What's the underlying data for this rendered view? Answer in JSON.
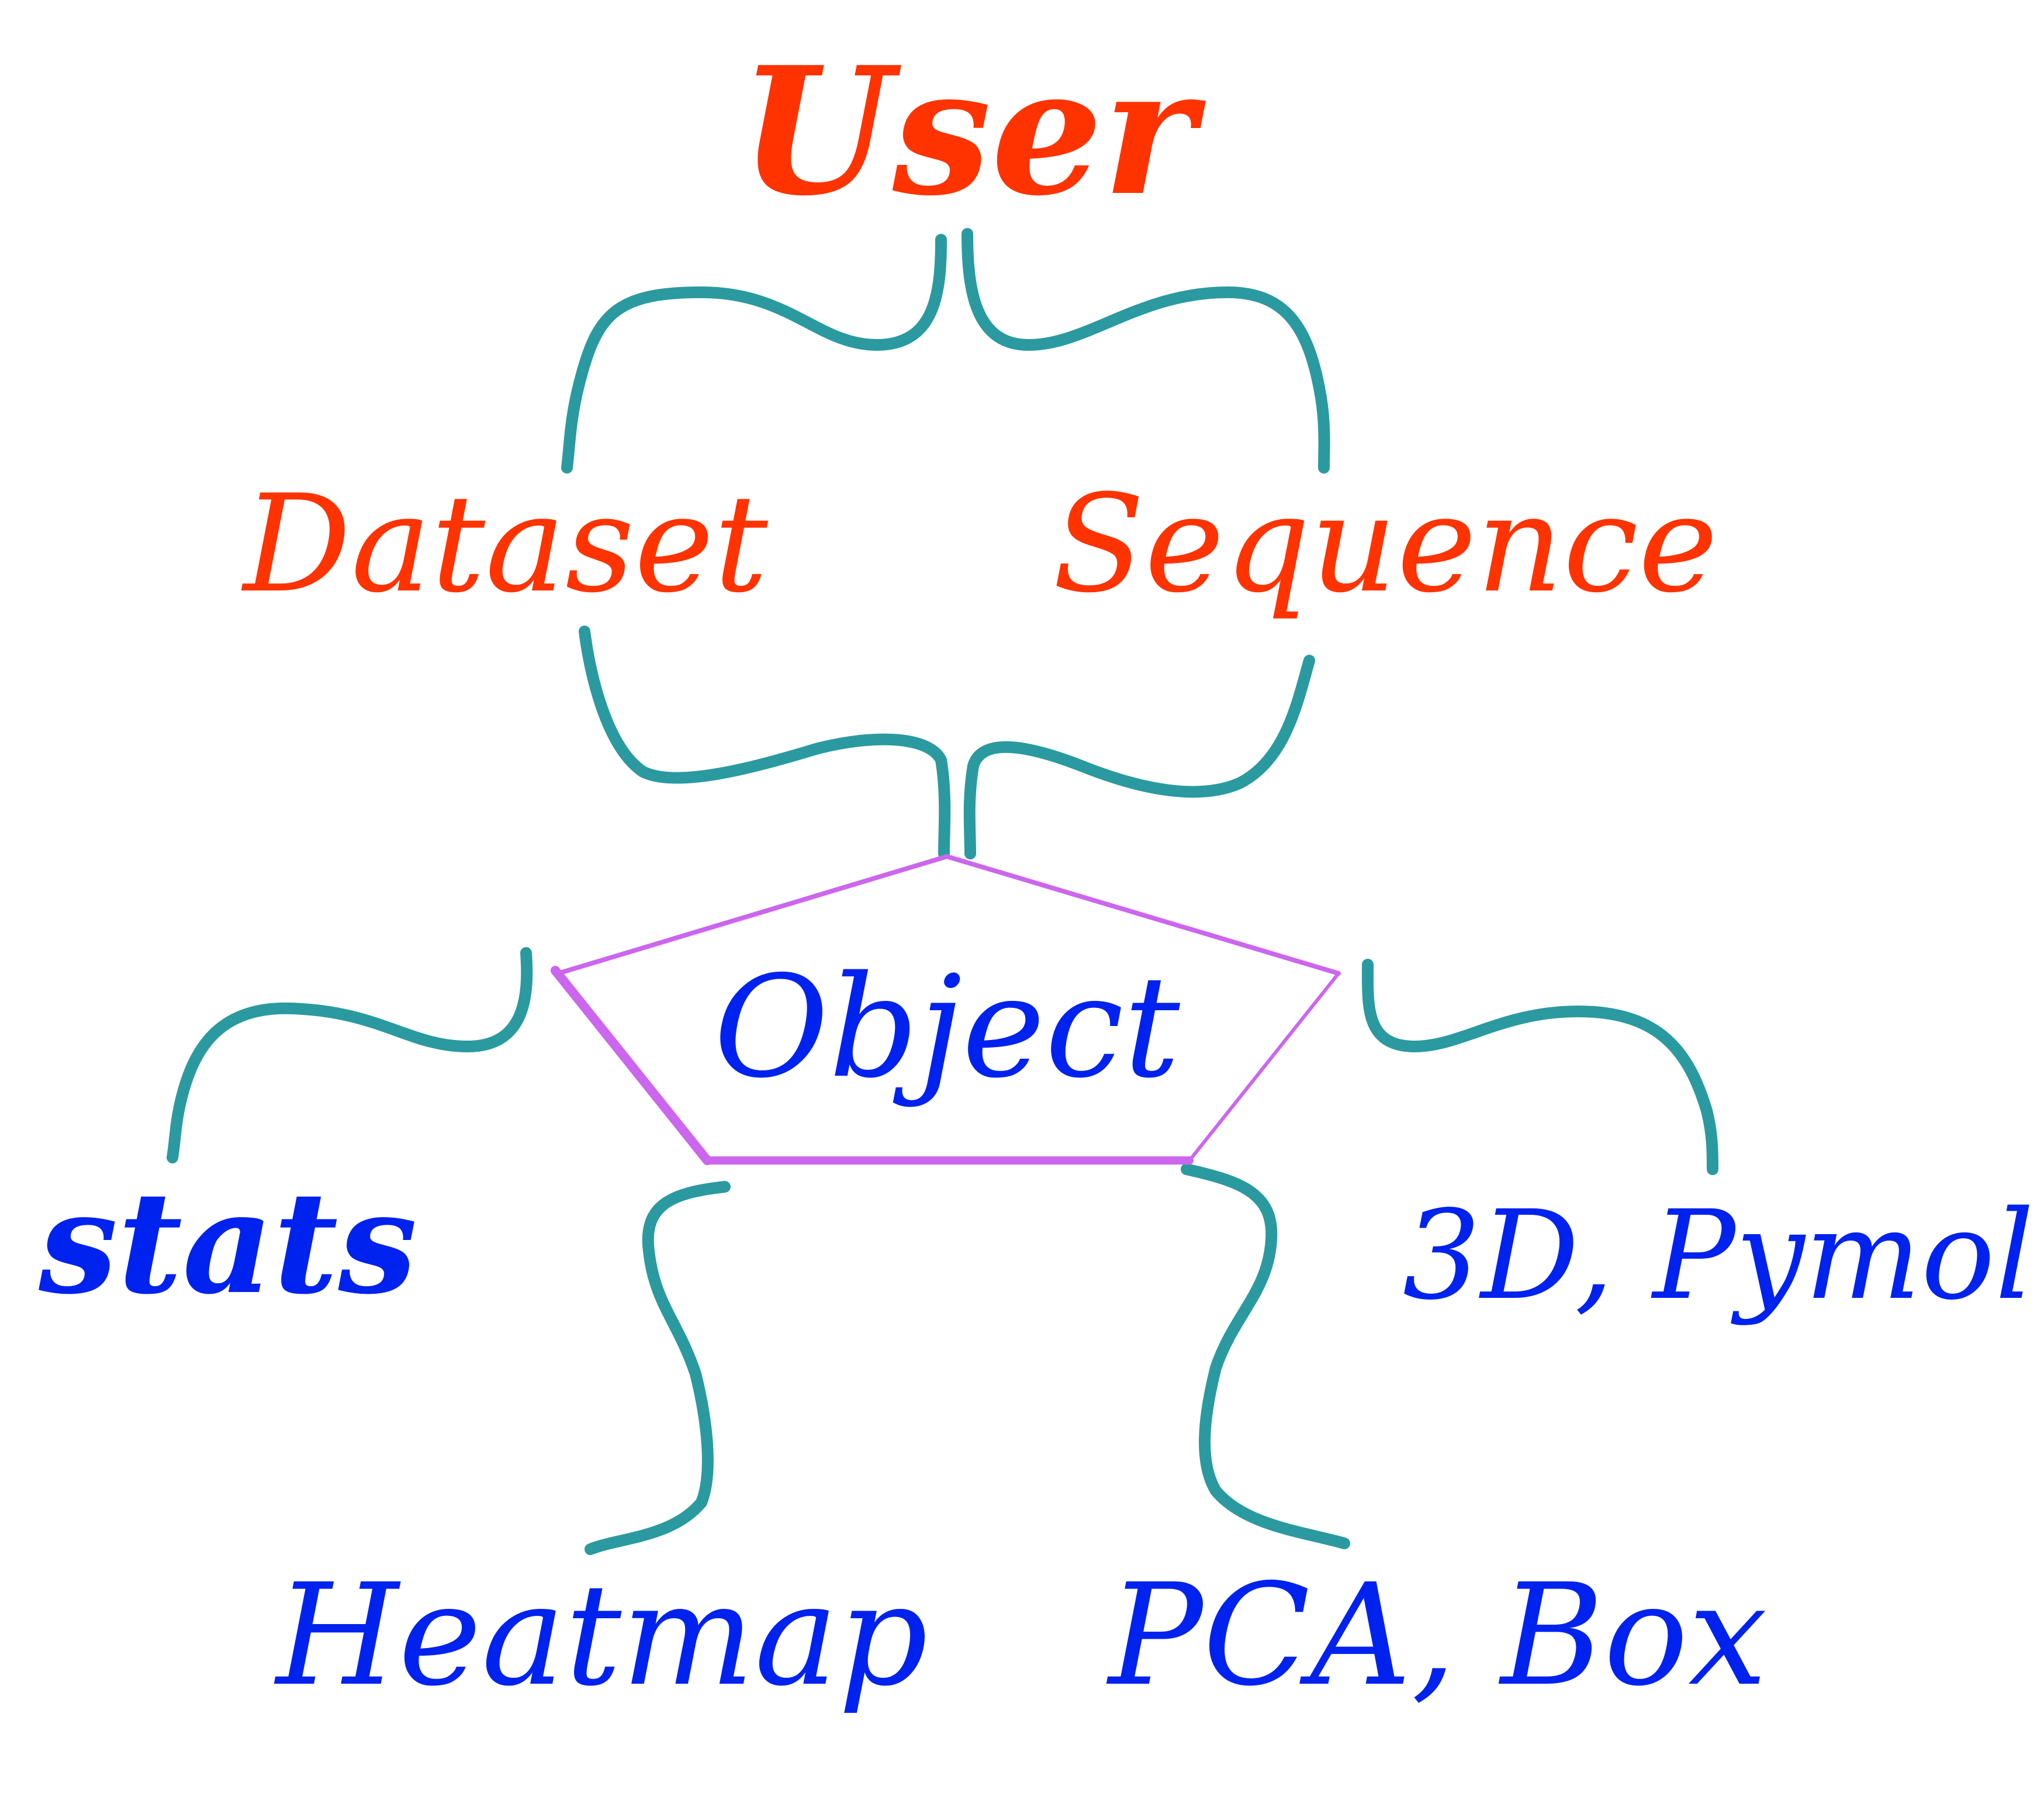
{
  "colors": {
    "top_text": "#ff3300",
    "bottom_text": "#0022ee",
    "brace": "#2a9aa0",
    "pentagon": "#cc66ee",
    "background": "#ffffff"
  },
  "nodes": {
    "user": {
      "label": "User"
    },
    "dataset": {
      "label": "Dataset"
    },
    "sequence": {
      "label": "Sequence"
    },
    "object": {
      "label": "Object"
    },
    "stats": {
      "label": "stats"
    },
    "pymol": {
      "label": "3D, Pymol"
    },
    "heatmap": {
      "label": "Heatmap"
    },
    "pca": {
      "label": "PCA, Box"
    }
  }
}
